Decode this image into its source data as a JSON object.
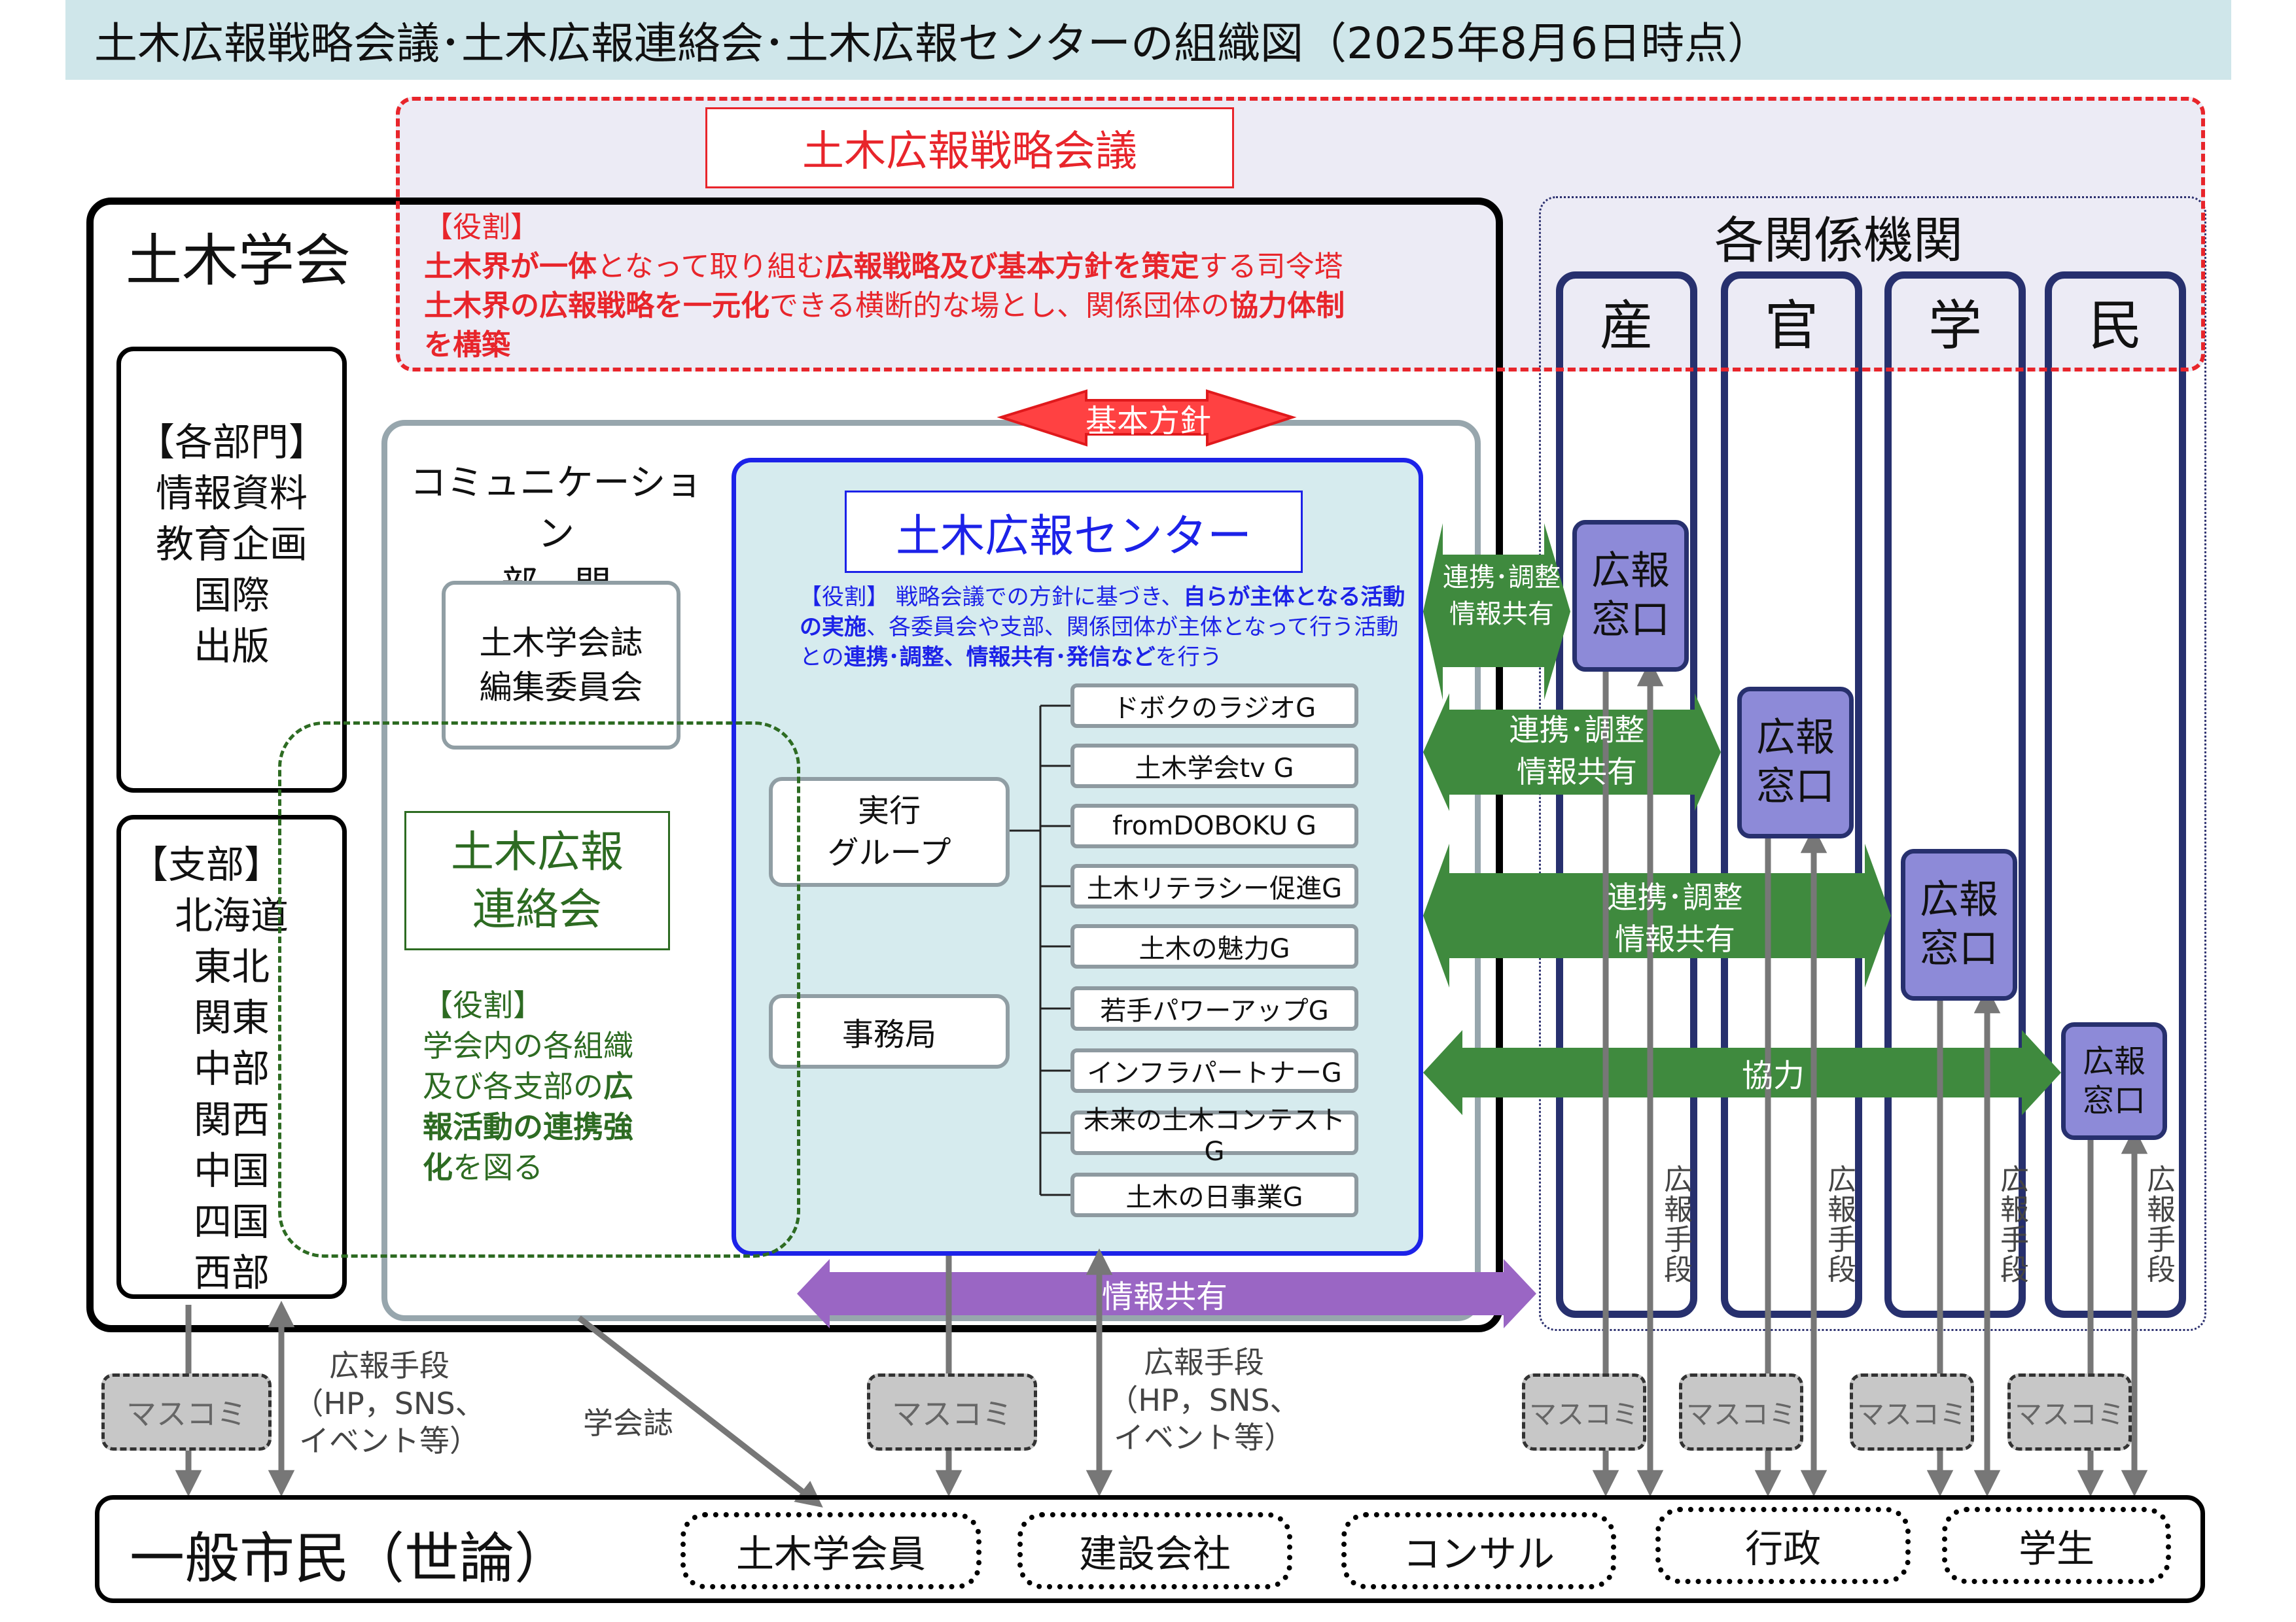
{
  "title": "土木広報戦略会議･土木広報連絡会･土木広報センターの組織図（2025年8月6日時点）",
  "strategy": {
    "name": "土木広報戦略会議",
    "role_heading": "【役割】",
    "role_line1_b1": "土木界が一体",
    "role_line1_t1": "となって取り組む",
    "role_line1_b2": "広報戦略及び基本方針を策定",
    "role_line1_t2": "する司令塔",
    "role_line2_b1": "土木界の広報戦略を一元化",
    "role_line2_t1": "できる横断的な場とし、関係団体の",
    "role_line2_b2": "協力体制",
    "role_line3_b1": "を構築"
  },
  "policy_arrow": "基本方針",
  "jsce": {
    "name": "土木学会",
    "divisions_heading": "【各部門】",
    "divisions": [
      "情報資料",
      "教育企画",
      "国際",
      "出版"
    ],
    "branches_heading": "【支部】",
    "branches": [
      "北海道",
      "東北",
      "関東",
      "中部",
      "関西",
      "中国",
      "四国",
      "西部"
    ]
  },
  "communication": {
    "name_line1": "コミュニケーション",
    "name_line2": "部　門",
    "journal_line1": "土木学会誌",
    "journal_line2": "編集委員会"
  },
  "liaison": {
    "name_line1": "土木広報",
    "name_line2": "連絡会",
    "role_heading": "【役割】",
    "role_l1": "学会内の各組織",
    "role_l2a": "及び各支部の",
    "role_l2b": "広",
    "role_l3b": "報活動の連携強",
    "role_l4b": "化",
    "role_l4a": "を図る"
  },
  "center": {
    "name": "土木広報センター",
    "role_heading": "【役割】",
    "role_t1": "戦略会議での方針に基づき、",
    "role_b1": "自らが主体となる活動の実施",
    "role_t2": "、各委員会や支部、関係団体が主体となって行う活動との",
    "role_b2": "連携･調整、情報共有･発信など",
    "role_t3": "を行う",
    "exec_line1": "実行",
    "exec_line2": "グループ",
    "office": "事務局",
    "groups": [
      "ドボクのラジオG",
      "土木学会tv G",
      "fromDOBOKU G",
      "土木リテラシー促進G",
      "土木の魅力G",
      "若手パワーアップG",
      "インフラパートナーG",
      "未来の土木コンテストG",
      "土木の日事業G"
    ]
  },
  "orgs": {
    "name": "各関係機関",
    "sectors": [
      "産",
      "官",
      "学",
      "民"
    ],
    "window_line1": "広報",
    "window_line2": "窓口",
    "means_vertical": "広報手段"
  },
  "arrows": {
    "coord1_l1": "連携･調整",
    "coord1_l2": "情報共有",
    "coord2_l1": "連携･調整",
    "coord2_l2": "情報共有",
    "coord3_l1": "連携･調整",
    "coord3_l2": "情報共有",
    "cooperation": "協力",
    "info_share": "情報共有"
  },
  "bottom": {
    "mass_media": "マスコミ",
    "means_l1": "広報手段",
    "means_l2": "（HP，SNS、",
    "means_l3": "イベント等）",
    "journal": "学会誌",
    "public": "一般市民（世論）",
    "audiences": [
      "土木学会員",
      "建設会社",
      "コンサル",
      "行政",
      "学生"
    ]
  },
  "colors": {
    "red": "#e8252b",
    "green": "#3f8a3e",
    "purple": "#9a66c4",
    "navy": "#27306e",
    "blue": "#1c22e8",
    "window": "#8d8ad8"
  }
}
